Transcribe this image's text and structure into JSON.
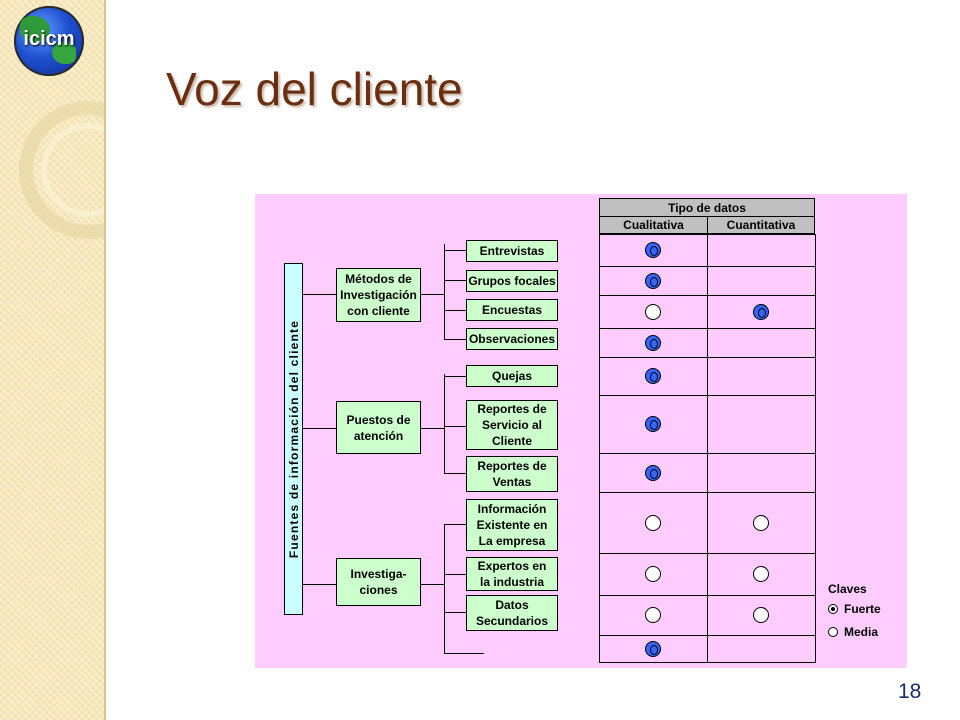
{
  "slide": {
    "title": "Voz del cliente",
    "page_number": "18",
    "logo_text": "icicm"
  },
  "diagram": {
    "vertical_label": "Fuentes de información del cliente",
    "groups": [
      {
        "label": "Métodos de\nInvestigación\ncon cliente",
        "items": [
          "Entrevistas",
          "Grupos focales",
          "Encuestas",
          "Observaciones"
        ]
      },
      {
        "label": "Puestos de\natención",
        "items": [
          "Quejas",
          "Reportes de\nServicio al\nCliente",
          "Reportes de\nVentas"
        ]
      },
      {
        "label": "Investiga-\nciones",
        "items": [
          "Información\nExistente en\nLa empresa",
          "Expertos en\nla industria",
          "Datos\nSecundarios"
        ]
      }
    ],
    "table": {
      "header": "Tipo de datos",
      "columns": [
        "Cualitativa",
        "Cuantitativa"
      ],
      "rows": [
        {
          "source": "Entrevistas",
          "cualitativa": "strong",
          "cuantitativa": ""
        },
        {
          "source": "Grupos focales",
          "cualitativa": "strong",
          "cuantitativa": ""
        },
        {
          "source": "Encuestas",
          "cualitativa": "medium",
          "cuantitativa": "strong"
        },
        {
          "source": "Observaciones",
          "cualitativa": "strong",
          "cuantitativa": ""
        },
        {
          "source": "Quejas",
          "cualitativa": "strong",
          "cuantitativa": ""
        },
        {
          "source": "Reportes de Servicio al Cliente",
          "cualitativa": "strong",
          "cuantitativa": ""
        },
        {
          "source": "Reportes de Ventas",
          "cualitativa": "strong",
          "cuantitativa": ""
        },
        {
          "source": "Información Existente en La empresa",
          "cualitativa": "medium",
          "cuantitativa": "medium"
        },
        {
          "source": "Expertos en la industria",
          "cualitativa": "medium",
          "cuantitativa": "medium"
        },
        {
          "source": "Datos Secundarios",
          "cualitativa": "medium",
          "cuantitativa": "medium"
        },
        {
          "source": "",
          "cualitativa": "strong",
          "cuantitativa": ""
        }
      ]
    },
    "key": {
      "title": "Claves",
      "strong_label": "Fuerte",
      "medium_label": "Media"
    },
    "colors": {
      "background": "#ffccff",
      "box_fill": "#ccffcc",
      "vertical_fill": "#ccffff",
      "header_fill": "#c0c0c0",
      "strong_mark": "#3366ff",
      "title_color": "#6b2e11"
    }
  }
}
